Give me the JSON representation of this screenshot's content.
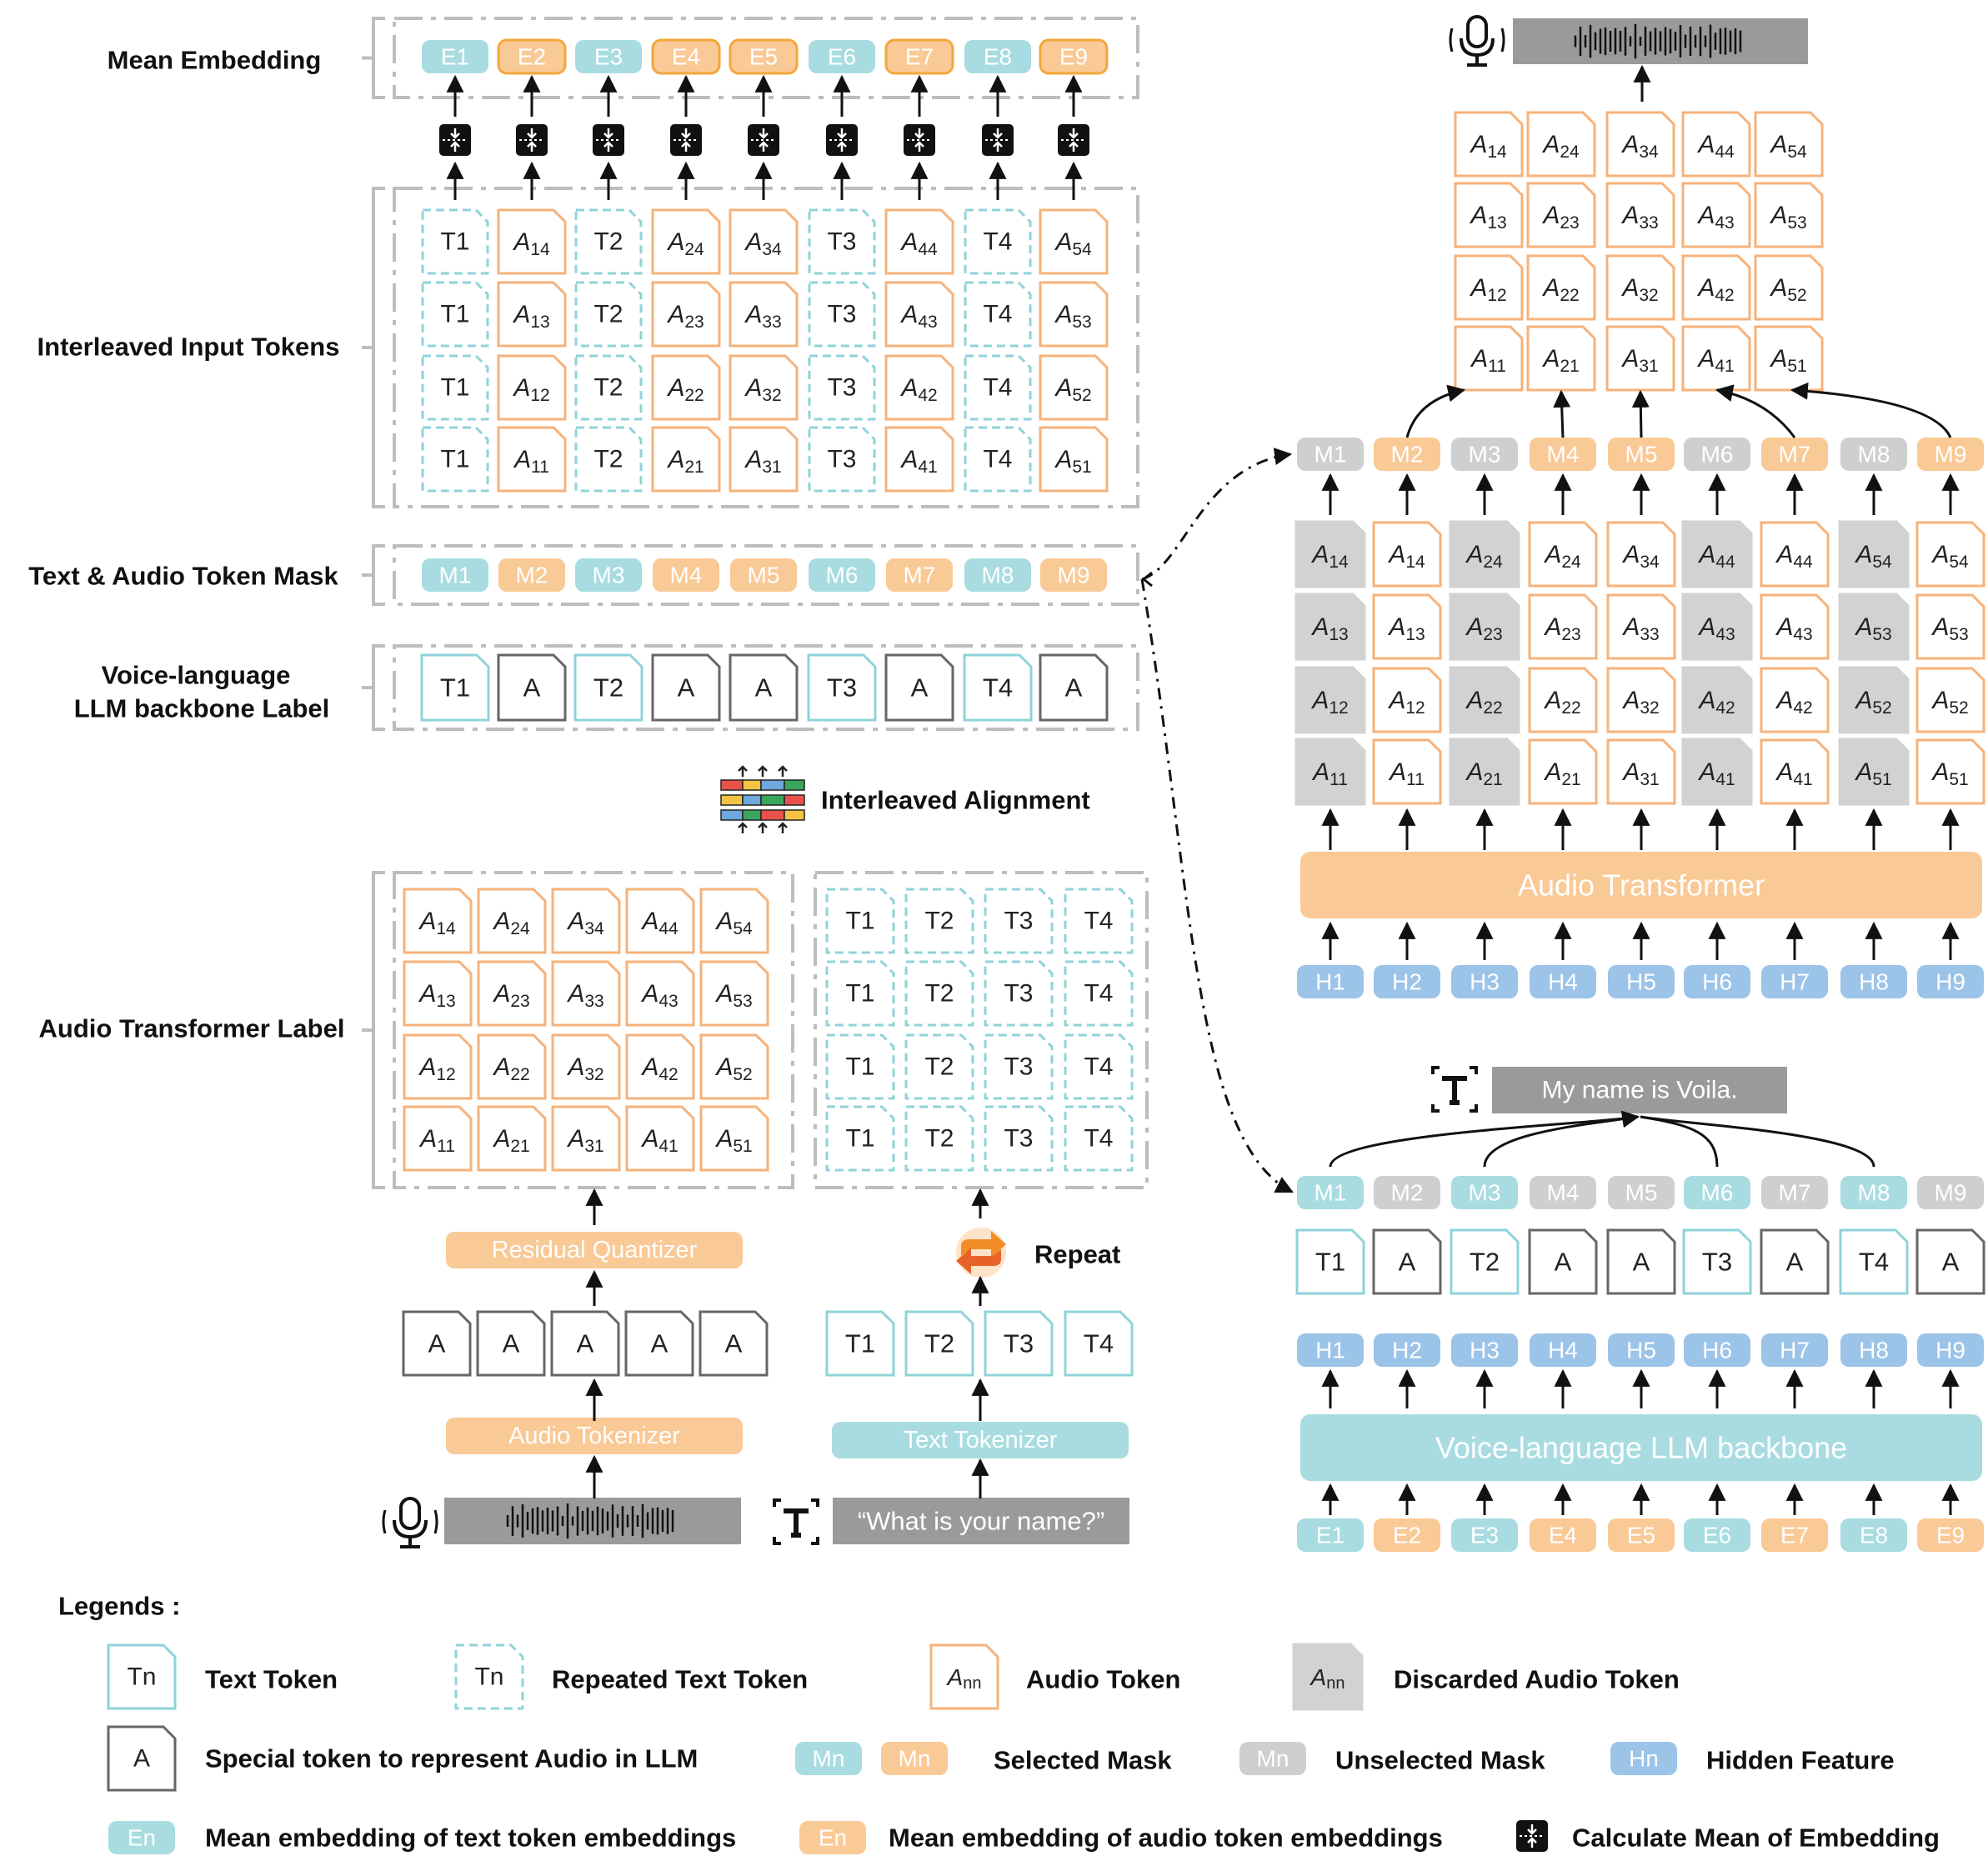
{
  "colors": {
    "teal": "#a8dce0",
    "teal_border": "#8fd3da",
    "orange": "#f9c996",
    "orange_border": "#f6b27a",
    "gray": "#cfcfcf",
    "dark_gray": "#9a9a9a",
    "blue": "#9cc3e8",
    "black": "#111111"
  },
  "labels": {
    "mean_embedding": "Mean Embedding",
    "interleaved_input": "Interleaved Input Tokens",
    "token_mask": "Text & Audio Token Mask",
    "backbone_label_1": "Voice-language",
    "backbone_label_2": "LLM backbone Label",
    "interleaved_alignment": "Interleaved Alignment",
    "audio_transformer_label": "Audio Transformer Label",
    "repeat": "Repeat"
  },
  "left": {
    "embeddings": [
      "E1",
      "E2",
      "E3",
      "E4",
      "E5",
      "E6",
      "E7",
      "E8",
      "E9"
    ],
    "embedding_types": [
      "t",
      "a",
      "t",
      "a",
      "a",
      "t",
      "a",
      "t",
      "a"
    ],
    "masks": [
      "M1",
      "M2",
      "M3",
      "M4",
      "M5",
      "M6",
      "M7",
      "M8",
      "M9"
    ],
    "backbone_tokens": [
      "T1",
      "A",
      "T2",
      "A",
      "A",
      "T3",
      "A",
      "T4",
      "A"
    ],
    "input_columns": [
      {
        "type": "t",
        "label": "T1"
      },
      {
        "type": "a",
        "digit": "1"
      },
      {
        "type": "t",
        "label": "T2"
      },
      {
        "type": "a",
        "digit": "2"
      },
      {
        "type": "a",
        "digit": "3"
      },
      {
        "type": "t",
        "label": "T3"
      },
      {
        "type": "a",
        "digit": "4"
      },
      {
        "type": "t",
        "label": "T4"
      },
      {
        "type": "a",
        "digit": "5"
      }
    ],
    "audio_digits": [
      "1",
      "2",
      "3",
      "4",
      "5"
    ],
    "text_tokens": [
      "T1",
      "T2",
      "T3",
      "T4"
    ],
    "audio_raw": [
      "A",
      "A",
      "A",
      "A",
      "A"
    ],
    "residual_quantizer": "Residual Quantizer",
    "audio_tokenizer": "Audio Tokenizer",
    "text_tokenizer": "Text Tokenizer",
    "question": "“What is your name?”"
  },
  "right": {
    "audio_transformer": "Audio Transformer",
    "hidden": [
      "H1",
      "H2",
      "H3",
      "H4",
      "H5",
      "H6",
      "H7",
      "H8",
      "H9"
    ],
    "masks": [
      "M1",
      "M2",
      "M3",
      "M4",
      "M5",
      "M6",
      "M7",
      "M8",
      "M9"
    ],
    "top_mask_selected": [
      "n",
      "a",
      "n",
      "a",
      "a",
      "n",
      "a",
      "n",
      "a"
    ],
    "bottom_mask_selected": [
      "t",
      "n",
      "t",
      "n",
      "n",
      "t",
      "n",
      "t",
      "n"
    ],
    "at_columns": [
      {
        "digit": "1",
        "discard": true
      },
      {
        "digit": "1",
        "discard": false
      },
      {
        "digit": "2",
        "discard": true
      },
      {
        "digit": "2",
        "discard": false
      },
      {
        "digit": "3",
        "discard": false
      },
      {
        "digit": "4",
        "discard": true
      },
      {
        "digit": "4",
        "discard": false
      },
      {
        "digit": "5",
        "discard": true
      },
      {
        "digit": "5",
        "discard": false
      }
    ],
    "output_digits": [
      "1",
      "2",
      "3",
      "4",
      "5"
    ],
    "backbone": "Voice-language LLM backbone",
    "backbone_tokens": [
      "T1",
      "A",
      "T2",
      "A",
      "A",
      "T3",
      "A",
      "T4",
      "A"
    ],
    "answer": "My name is Voila."
  },
  "legend": {
    "title": "Legends :",
    "text_token": "Text Token",
    "repeated_text_token": "Repeated Text Token",
    "audio_token": "Audio Token",
    "discarded_audio_token": "Discarded Audio Token",
    "special_token": "Special token to represent Audio in LLM",
    "selected_mask": "Selected Mask",
    "unselected_mask": "Unselected Mask",
    "hidden_feature": "Hidden Feature",
    "mean_text": "Mean embedding of text token embeddings",
    "mean_audio": "Mean embedding of audio token embeddings",
    "calc_mean": "Calculate Mean of  Embedding",
    "sample_tn": "Tn",
    "sample_a": "A",
    "sample_mn": "Mn",
    "sample_hn": "Hn",
    "sample_en": "En"
  }
}
